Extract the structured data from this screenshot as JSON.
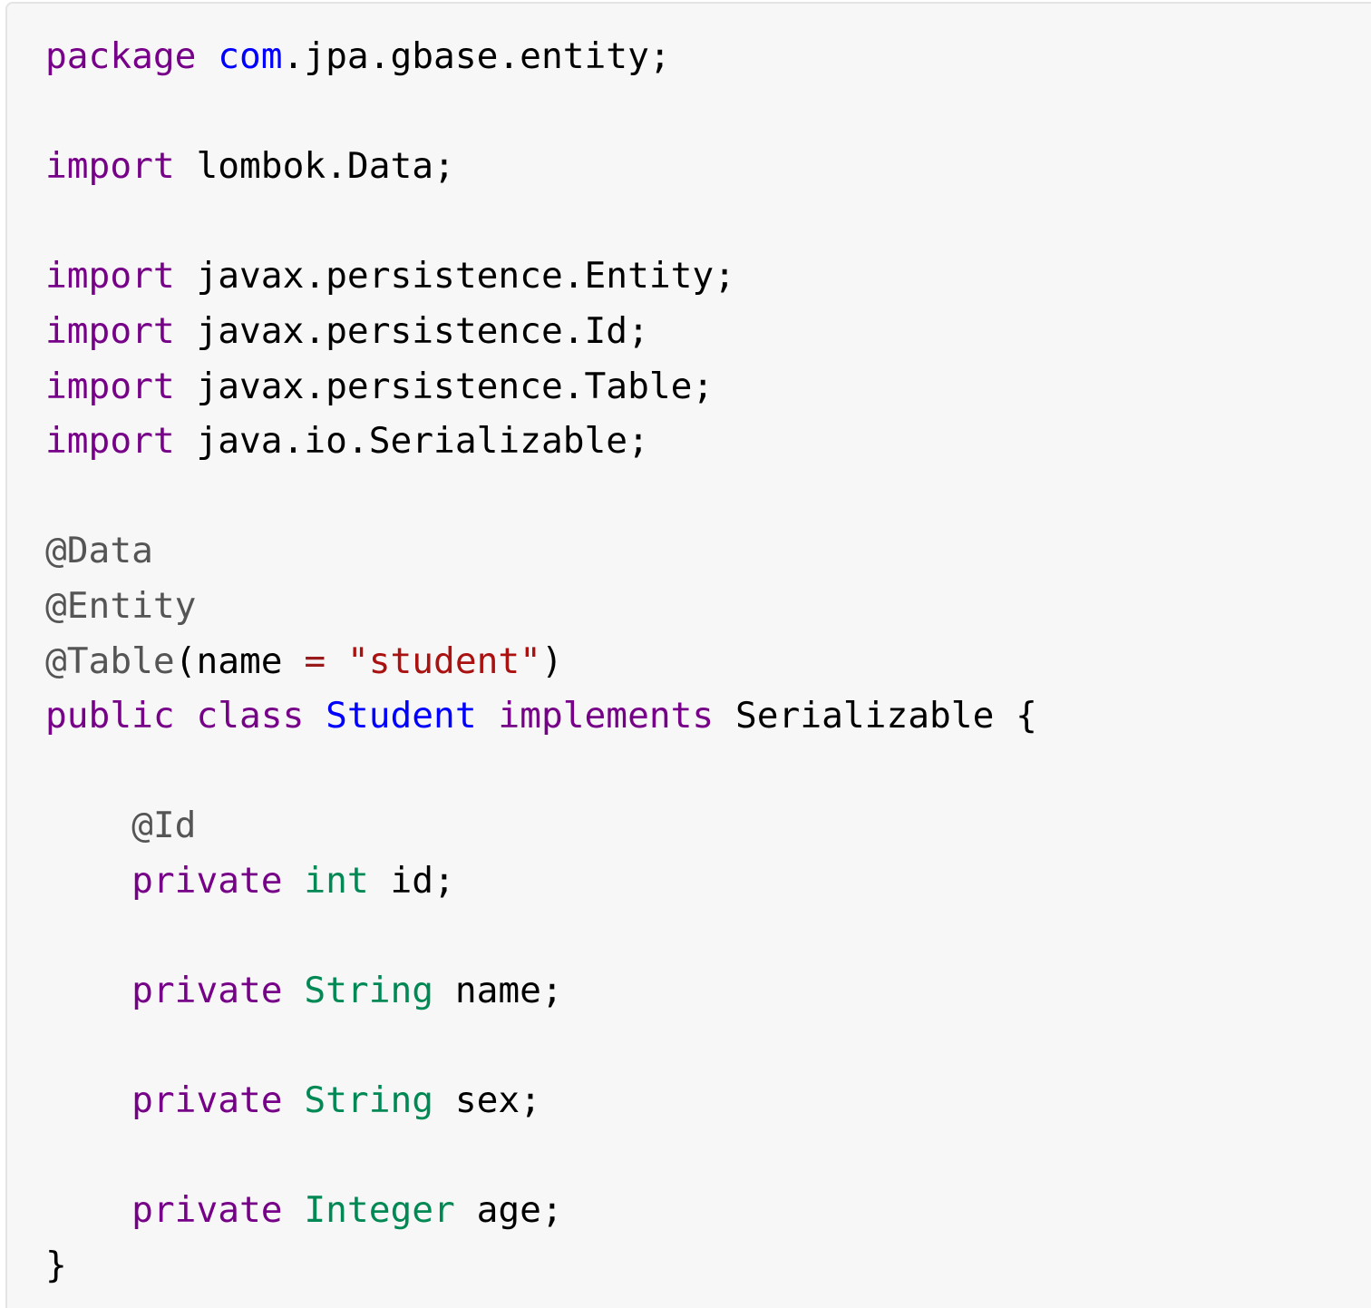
{
  "colors": {
    "background": "#f7f7f7",
    "keyword": "#770088",
    "def": "#0000ff",
    "type": "#008855",
    "annotation": "#555555",
    "string": "#aa1111",
    "operator": "#981a1a",
    "plain": "#000000"
  },
  "code": {
    "lines": [
      [
        {
          "t": "package",
          "c": "kw-purple"
        },
        {
          "t": " ",
          "c": "plain"
        },
        {
          "t": "com",
          "c": "kw-blue"
        },
        {
          "t": ".jpa.gbase.entity;",
          "c": "plain"
        }
      ],
      [],
      [
        {
          "t": "import",
          "c": "kw-purple"
        },
        {
          "t": " lombok.Data;",
          "c": "plain"
        }
      ],
      [],
      [
        {
          "t": "import",
          "c": "kw-purple"
        },
        {
          "t": " javax.persistence.Entity;",
          "c": "plain"
        }
      ],
      [
        {
          "t": "import",
          "c": "kw-purple"
        },
        {
          "t": " javax.persistence.Id;",
          "c": "plain"
        }
      ],
      [
        {
          "t": "import",
          "c": "kw-purple"
        },
        {
          "t": " javax.persistence.Table;",
          "c": "plain"
        }
      ],
      [
        {
          "t": "import",
          "c": "kw-purple"
        },
        {
          "t": " java.io.Serializable;",
          "c": "plain"
        }
      ],
      [],
      [
        {
          "t": "@Data",
          "c": "anno"
        }
      ],
      [
        {
          "t": "@Entity",
          "c": "anno"
        }
      ],
      [
        {
          "t": "@Table",
          "c": "anno"
        },
        {
          "t": "(name ",
          "c": "plain"
        },
        {
          "t": "=",
          "c": "op"
        },
        {
          "t": " ",
          "c": "plain"
        },
        {
          "t": "\"student\"",
          "c": "str"
        },
        {
          "t": ")",
          "c": "plain"
        }
      ],
      [
        {
          "t": "public",
          "c": "kw-purple"
        },
        {
          "t": " ",
          "c": "plain"
        },
        {
          "t": "class",
          "c": "kw-purple"
        },
        {
          "t": " ",
          "c": "plain"
        },
        {
          "t": "Student",
          "c": "kw-blue"
        },
        {
          "t": " ",
          "c": "plain"
        },
        {
          "t": "implements",
          "c": "kw-purple"
        },
        {
          "t": " Serializable {",
          "c": "plain"
        }
      ],
      [],
      [
        {
          "t": "    ",
          "c": "plain"
        },
        {
          "t": "@Id",
          "c": "anno"
        }
      ],
      [
        {
          "t": "    ",
          "c": "plain"
        },
        {
          "t": "private",
          "c": "kw-purple"
        },
        {
          "t": " ",
          "c": "plain"
        },
        {
          "t": "int",
          "c": "type-green"
        },
        {
          "t": " id;",
          "c": "plain"
        }
      ],
      [],
      [
        {
          "t": "    ",
          "c": "plain"
        },
        {
          "t": "private",
          "c": "kw-purple"
        },
        {
          "t": " ",
          "c": "plain"
        },
        {
          "t": "String",
          "c": "type-green"
        },
        {
          "t": " name;",
          "c": "plain"
        }
      ],
      [],
      [
        {
          "t": "    ",
          "c": "plain"
        },
        {
          "t": "private",
          "c": "kw-purple"
        },
        {
          "t": " ",
          "c": "plain"
        },
        {
          "t": "String",
          "c": "type-green"
        },
        {
          "t": " sex;",
          "c": "plain"
        }
      ],
      [],
      [
        {
          "t": "    ",
          "c": "plain"
        },
        {
          "t": "private",
          "c": "kw-purple"
        },
        {
          "t": " ",
          "c": "plain"
        },
        {
          "t": "Integer",
          "c": "type-green"
        },
        {
          "t": " age;",
          "c": "plain"
        }
      ],
      [
        {
          "t": "}",
          "c": "plain"
        }
      ]
    ]
  }
}
